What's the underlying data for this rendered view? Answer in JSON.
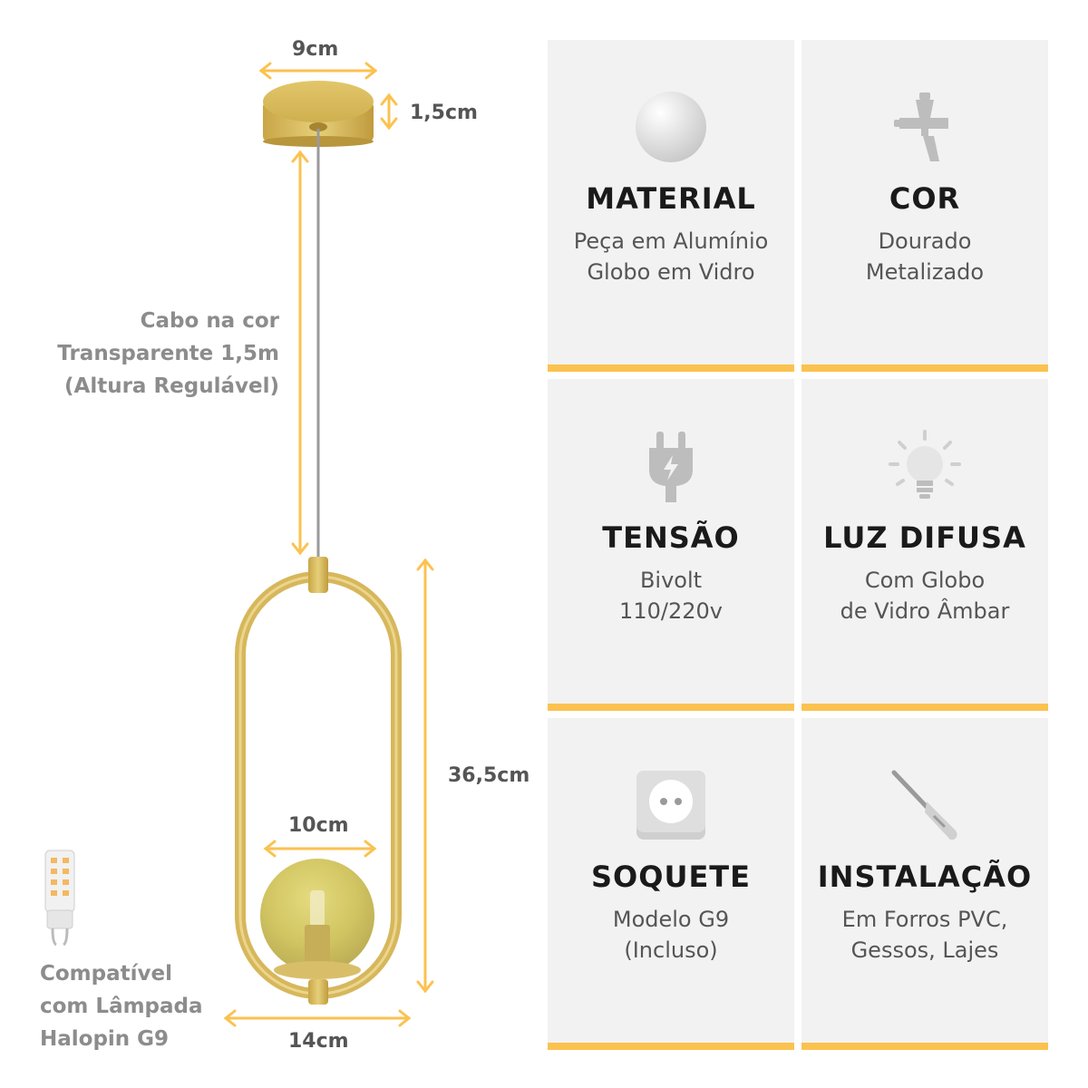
{
  "dimensions": {
    "canopy_width": "9cm",
    "canopy_height": "1,5cm",
    "globe_width": "10cm",
    "total_height": "36,5cm",
    "frame_width": "14cm"
  },
  "cable_note": [
    "Cabo na cor",
    "Transparente 1,5m",
    "(Altura Regulável)"
  ],
  "bulb_note": [
    "Compatível",
    "com Lâmpada",
    "Halopin G9"
  ],
  "colors": {
    "accent": "#fbc24f",
    "gold": "#d4b55a",
    "card_bg": "#f2f2f2"
  },
  "features": [
    {
      "icon": "sphere-icon",
      "title": "MATERIAL",
      "lines": [
        "Peça em Alumínio",
        "Globo em Vidro"
      ]
    },
    {
      "icon": "spray-gun-icon",
      "title": "COR",
      "lines": [
        "Dourado",
        "Metalizado"
      ]
    },
    {
      "icon": "plug-icon",
      "title": "TENSÃO",
      "lines": [
        "Bivolt",
        "110/220v"
      ]
    },
    {
      "icon": "light-bulb-icon",
      "title": "LUZ DIFUSA",
      "lines": [
        "Com Globo",
        "de Vidro Âmbar"
      ]
    },
    {
      "icon": "socket-icon",
      "title": "SOQUETE",
      "lines": [
        "Modelo G9",
        "(Incluso)"
      ]
    },
    {
      "icon": "screwdriver-icon",
      "title": "INSTALAÇÃO",
      "lines": [
        "Em Forros PVC,",
        "Gessos, Lajes"
      ]
    }
  ]
}
